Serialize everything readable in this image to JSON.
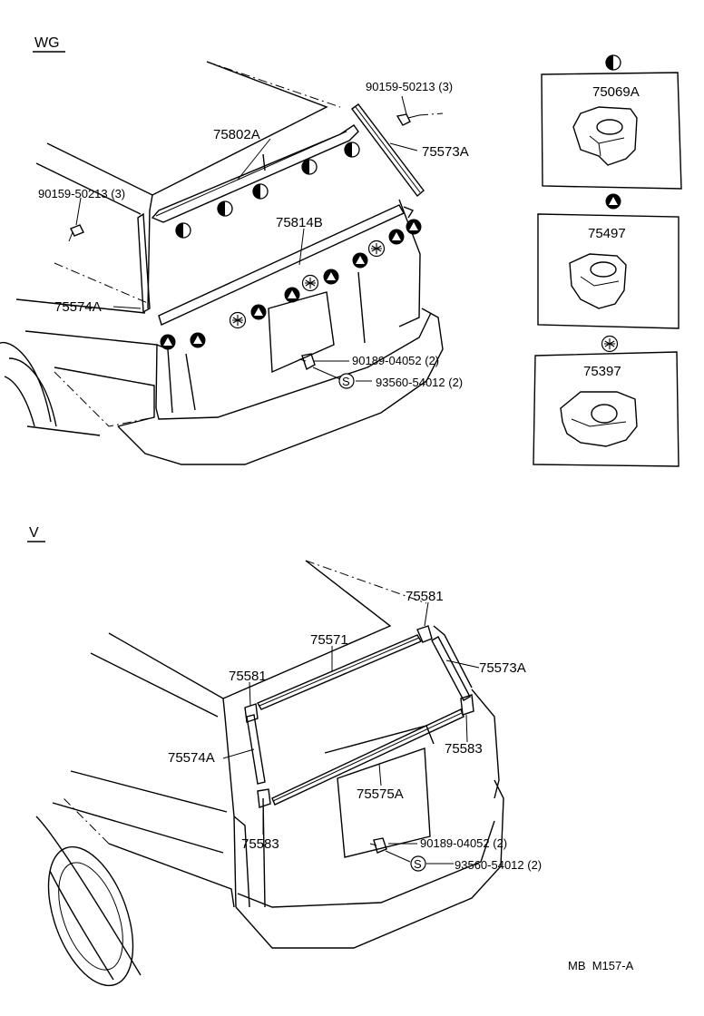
{
  "sections": {
    "wg": "WG",
    "v": "V"
  },
  "wg_parts": {
    "screw_top": "90159-50213 (3)",
    "screw_left": "90159-50213 (3)",
    "roof_molding": "75802A",
    "side_molding_right": "75573A",
    "lower_molding": "75814B",
    "side_molding_left": "75574A",
    "nut": "90189-04052 (2)",
    "spacer": "93560-54012 (2)"
  },
  "clip_legend": [
    {
      "symbol": "half-circle",
      "part": "75069A"
    },
    {
      "symbol": "triangle",
      "part": "75497"
    },
    {
      "symbol": "asterisk",
      "part": "75397"
    }
  ],
  "v_parts": {
    "corner_top_right": "75581",
    "top_molding": "75571",
    "side_right": "75573A",
    "corner_top_left": "75581",
    "side_left": "75574A",
    "corner_bottom_right": "75583",
    "lower_molding": "75575A",
    "corner_bottom_left": "75583",
    "nut": "90189-04052 (2)",
    "spacer": "93560-54012 (2)"
  },
  "footer": {
    "code": "MB  M157-A"
  },
  "marker_letter": "S"
}
